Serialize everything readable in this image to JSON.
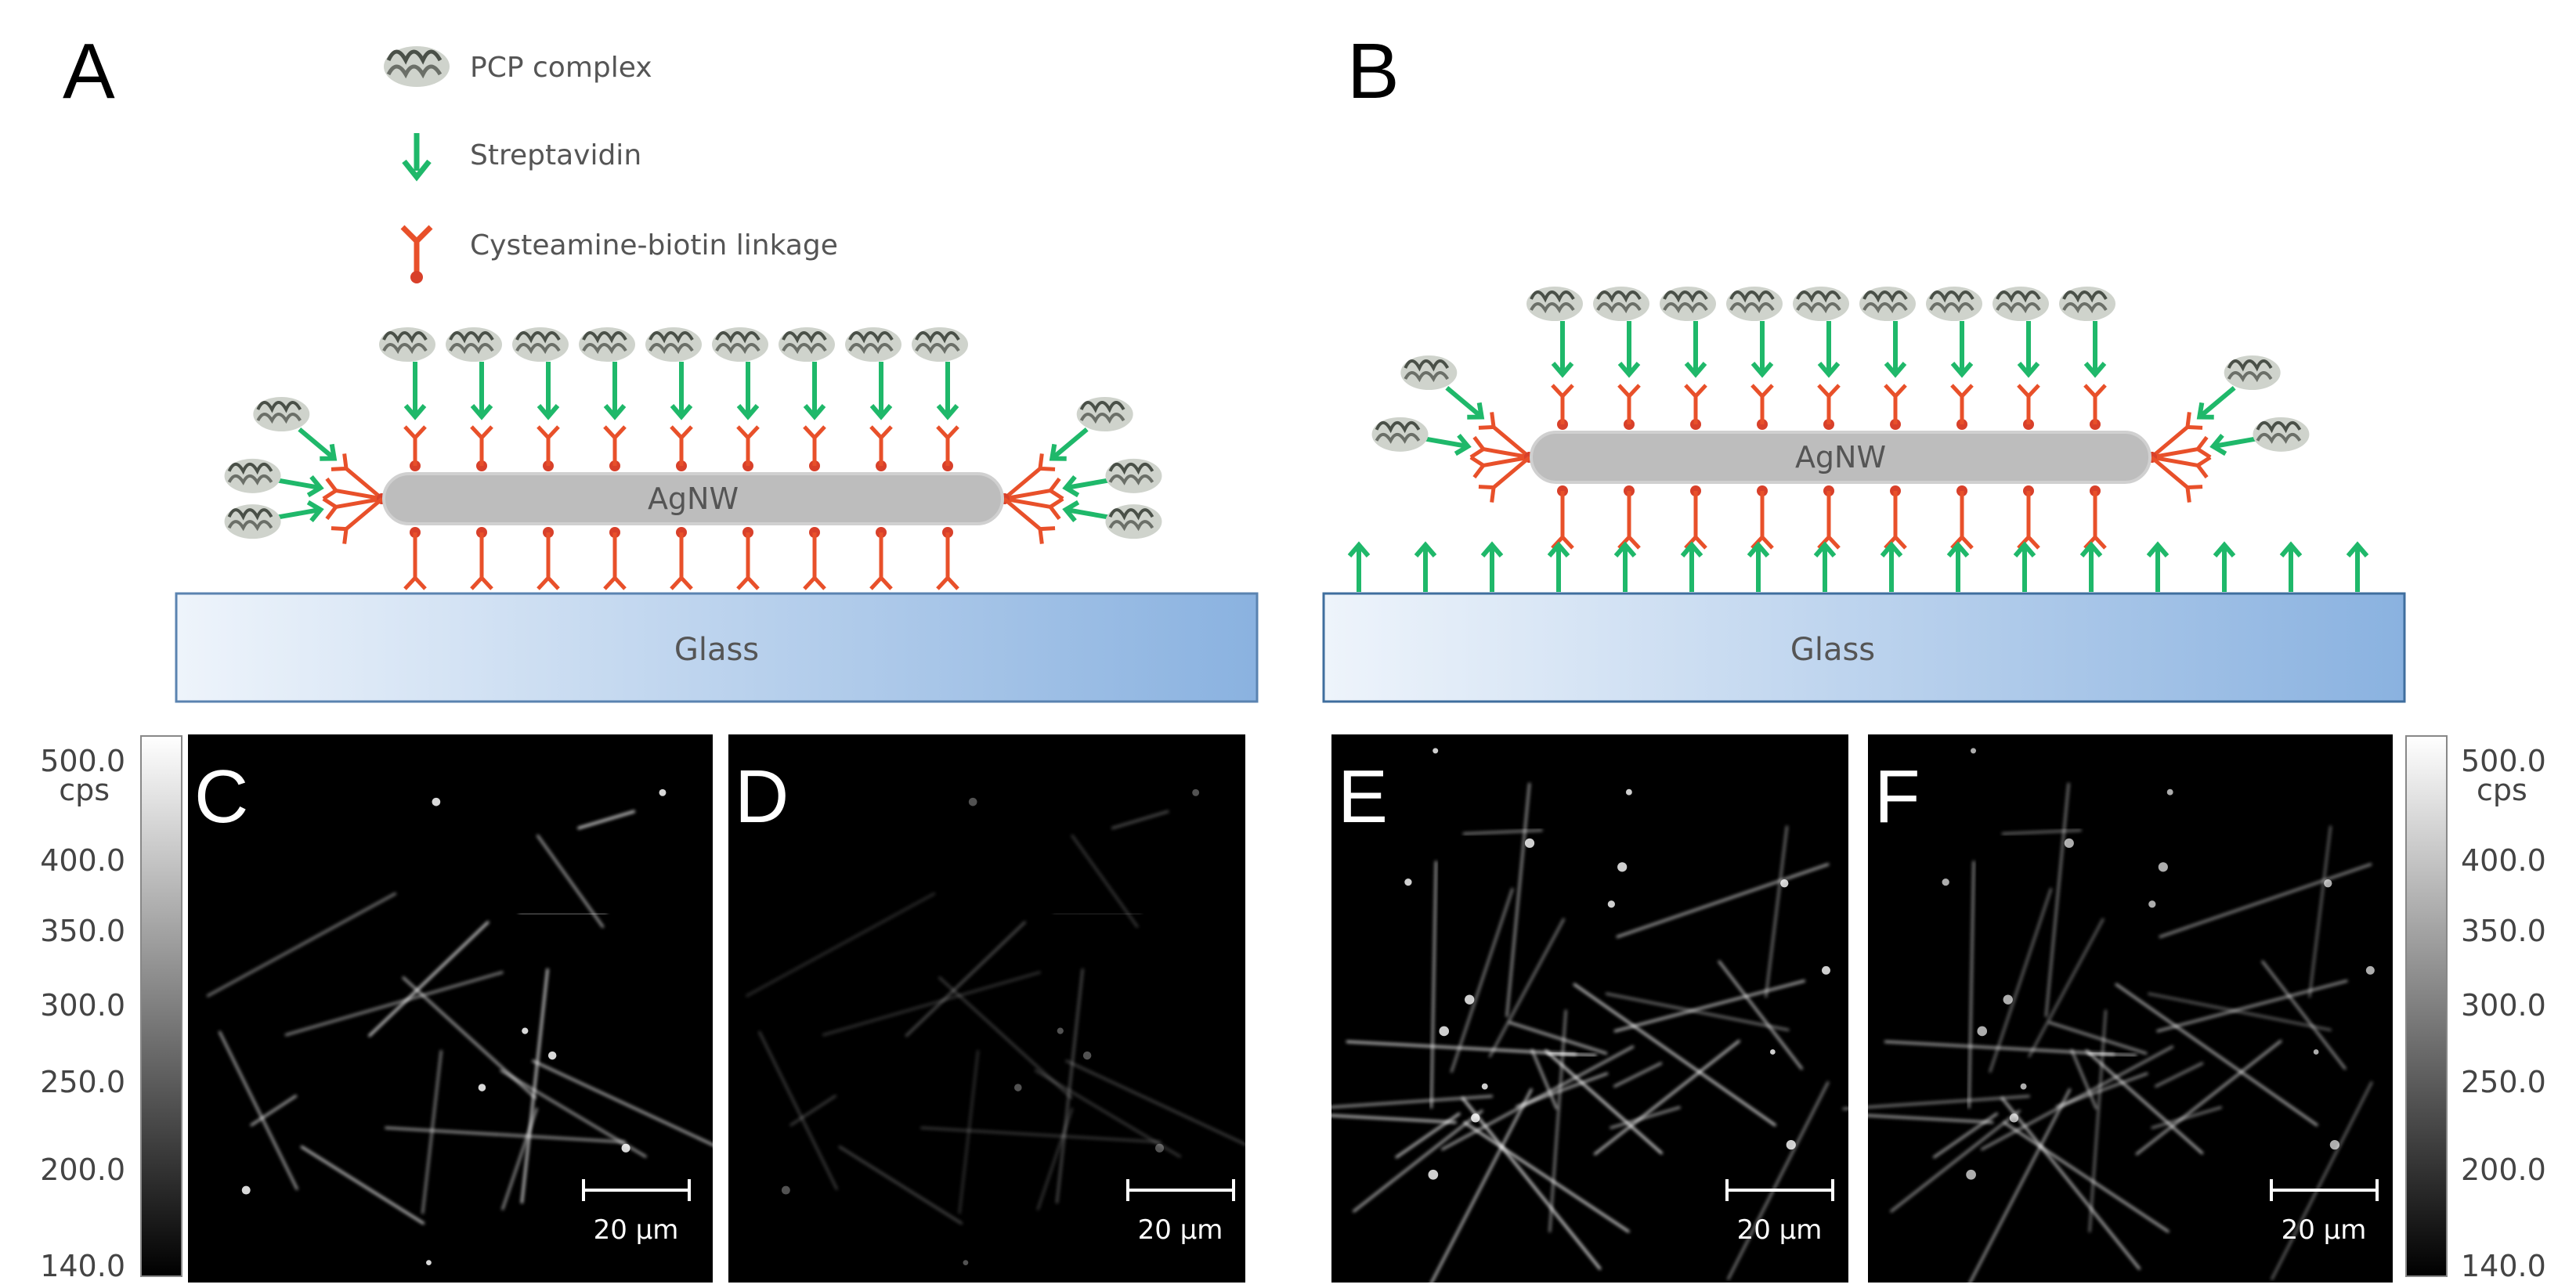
{
  "panels": {
    "A": "A",
    "B": "B",
    "C": "C",
    "D": "D",
    "E": "E",
    "F": "F"
  },
  "legend": [
    {
      "label": "PCP complex",
      "icon": "pcp-complex-icon"
    },
    {
      "label": "Streptavidin",
      "icon": "streptavidin-arrow-icon"
    },
    {
      "label": "Cysteamine-biotin linkage",
      "icon": "cysteamine-biotin-icon"
    }
  ],
  "diagram": {
    "nanowire_label": "AgNW",
    "substrate_label": "Glass"
  },
  "colorbar": {
    "ticks": [
      "500.0",
      "400.0",
      "350.0",
      "300.0",
      "250.0",
      "200.0",
      "140.0"
    ],
    "unit": "cps"
  },
  "scale_bar": "20 µm",
  "colors": {
    "streptavidin": "#1fb86a",
    "linker": "#e8502a",
    "linker_dot": "#d8402a",
    "nanowire": "#bdbdbd",
    "glass_light": "#e8f0fa",
    "glass_dark": "#8cb4e2",
    "micrograph_bg": "#000000"
  }
}
